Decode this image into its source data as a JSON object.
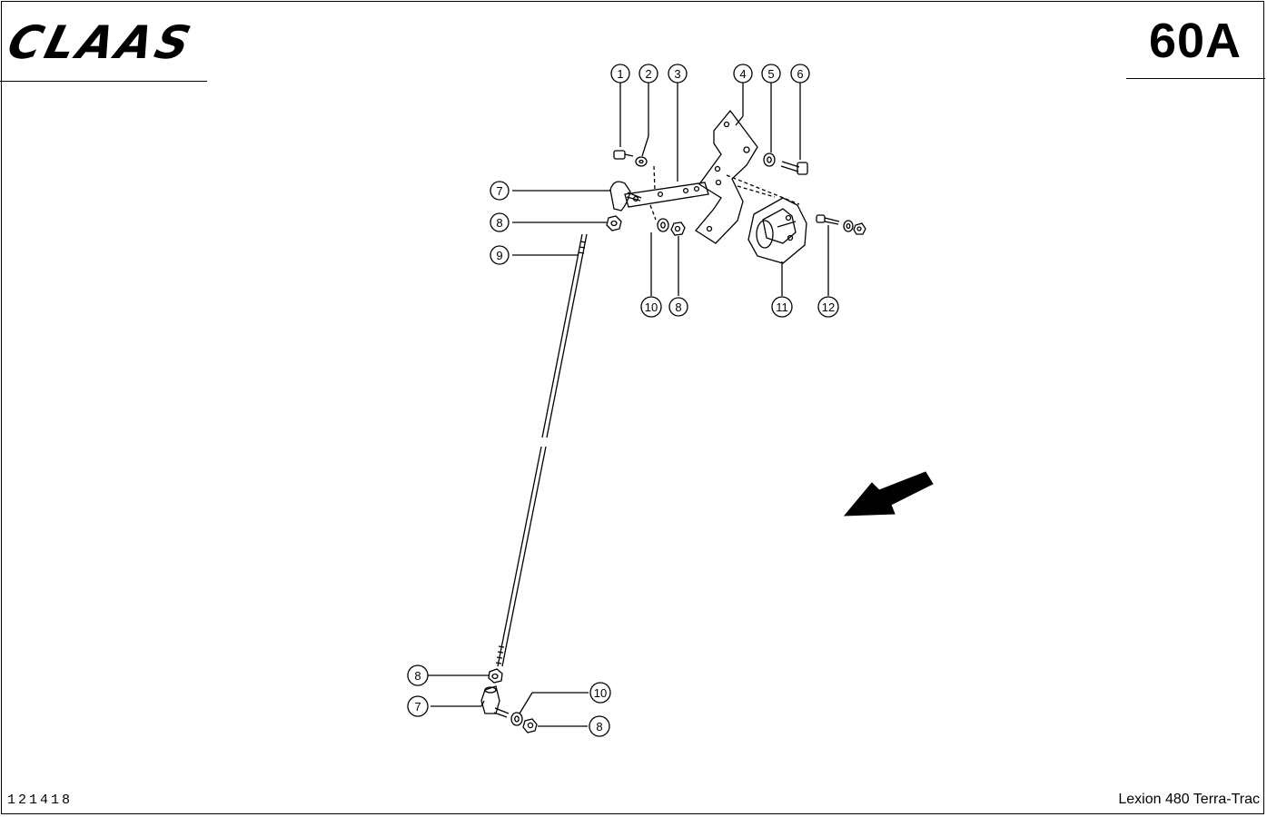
{
  "header": {
    "brand": "CLAAS",
    "page_code": "60A"
  },
  "footer": {
    "drawing_number": "121418",
    "model": "Lexion 480 Terra-Trac"
  },
  "callouts": [
    "1",
    "2",
    "3",
    "4",
    "5",
    "6",
    "7",
    "8",
    "9",
    "10",
    "8",
    "11",
    "12",
    "7",
    "8",
    "10",
    "8"
  ]
}
